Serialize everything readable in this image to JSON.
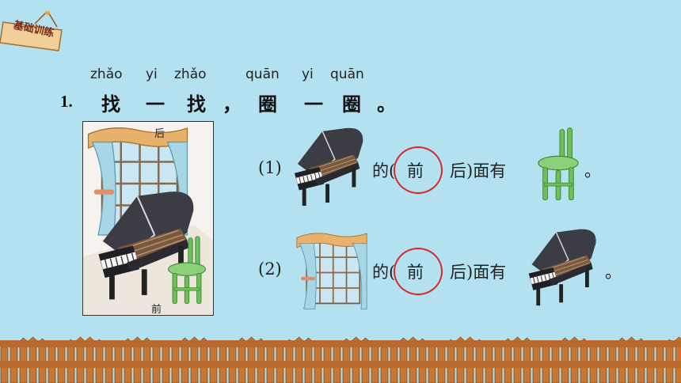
{
  "badge": {
    "label": "基础训练"
  },
  "exercise": {
    "number": "1.",
    "pinyin": [
      "zhǎo",
      "yi",
      "zhǎo",
      "quān",
      "yi",
      "quān"
    ],
    "chars": [
      "找",
      "一",
      "找",
      "，",
      "圈",
      "一",
      "圈",
      "。"
    ]
  },
  "scene": {
    "top_label": "后",
    "bottom_label": "前"
  },
  "questions": [
    {
      "index": "(1)",
      "de": "的(",
      "option_a": "前",
      "option_b": "后)面有",
      "end": "。"
    },
    {
      "index": "(2)",
      "de": "的(",
      "option_a": "前",
      "option_b": "后)面有",
      "end": "。"
    }
  ],
  "colors": {
    "background": "#b3e1f0",
    "circle": "#d72a2a",
    "fence": "#c8752f",
    "chair": "#7cc46a",
    "piano": "#3c3c44"
  }
}
